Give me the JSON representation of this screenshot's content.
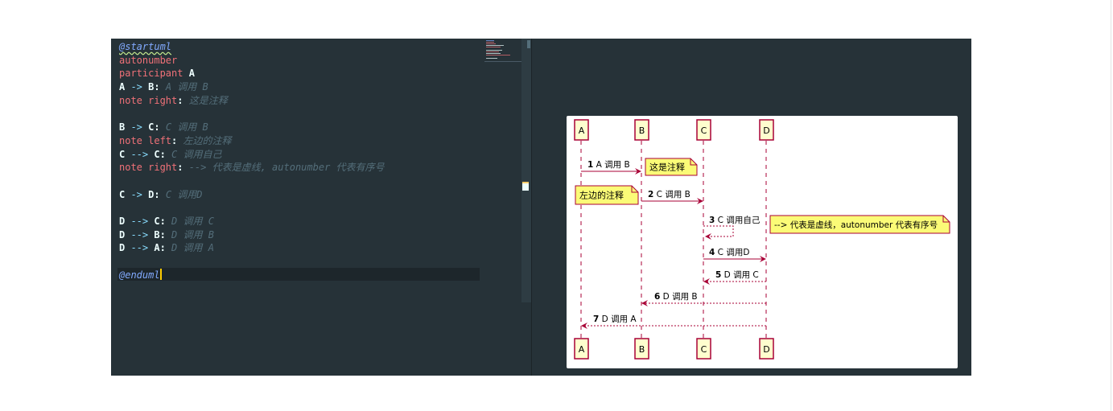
{
  "editor": {
    "lines": [
      [
        {
          "t": "@startuml",
          "c": "dr"
        }
      ],
      [
        {
          "t": "autonumber",
          "c": "kw"
        }
      ],
      [
        {
          "t": "participant ",
          "c": "kw"
        },
        {
          "t": "A",
          "c": "id"
        }
      ],
      [
        {
          "t": "A ",
          "c": "id"
        },
        {
          "t": "-> ",
          "c": "op"
        },
        {
          "t": "B",
          "c": "id"
        },
        {
          "t": ": ",
          "c": "id"
        },
        {
          "t": "A 调用 B",
          "c": "cm"
        }
      ],
      [
        {
          "t": "note right",
          "c": "kw"
        },
        {
          "t": ": ",
          "c": "id"
        },
        {
          "t": "这是注释",
          "c": "cm"
        }
      ],
      [],
      [
        {
          "t": "B ",
          "c": "id"
        },
        {
          "t": "-> ",
          "c": "op"
        },
        {
          "t": "C",
          "c": "id"
        },
        {
          "t": ": ",
          "c": "id"
        },
        {
          "t": "C 调用 B",
          "c": "cm"
        }
      ],
      [
        {
          "t": "note left",
          "c": "kw"
        },
        {
          "t": ": ",
          "c": "id"
        },
        {
          "t": "左边的注释",
          "c": "cm"
        }
      ],
      [
        {
          "t": "C ",
          "c": "id"
        },
        {
          "t": "--> ",
          "c": "op"
        },
        {
          "t": "C",
          "c": "id"
        },
        {
          "t": ": ",
          "c": "id"
        },
        {
          "t": "C 调用自己",
          "c": "cm"
        }
      ],
      [
        {
          "t": "note right",
          "c": "kw"
        },
        {
          "t": ": ",
          "c": "id"
        },
        {
          "t": "--> 代表是虚线, autonumber 代表有序号",
          "c": "cm"
        }
      ],
      [],
      [
        {
          "t": "C ",
          "c": "id"
        },
        {
          "t": "-> ",
          "c": "op"
        },
        {
          "t": "D",
          "c": "id"
        },
        {
          "t": ": ",
          "c": "id"
        },
        {
          "t": "C 调用D",
          "c": "cm"
        }
      ],
      [],
      [
        {
          "t": "D ",
          "c": "id"
        },
        {
          "t": "--> ",
          "c": "op"
        },
        {
          "t": "C",
          "c": "id"
        },
        {
          "t": ": ",
          "c": "id"
        },
        {
          "t": "D 调用 C",
          "c": "cm"
        }
      ],
      [
        {
          "t": "D ",
          "c": "id"
        },
        {
          "t": "--> ",
          "c": "op"
        },
        {
          "t": "B",
          "c": "id"
        },
        {
          "t": ": ",
          "c": "id"
        },
        {
          "t": "D 调用 B",
          "c": "cm"
        }
      ],
      [
        {
          "t": "D ",
          "c": "id"
        },
        {
          "t": "--> ",
          "c": "op"
        },
        {
          "t": "A",
          "c": "id"
        },
        {
          "t": ": ",
          "c": "id"
        },
        {
          "t": "D 调用 A",
          "c": "cm"
        }
      ],
      [],
      [
        {
          "t": "@enduml",
          "c": "dr2"
        }
      ]
    ]
  },
  "diagram": {
    "participants": [
      "A",
      "B",
      "C",
      "D"
    ],
    "messages": [
      {
        "num": "1",
        "text": "A 调用 B",
        "from": "A",
        "to": "B",
        "dashed": false
      },
      {
        "num": "2",
        "text": "C 调用 B",
        "from": "B",
        "to": "C",
        "dashed": false
      },
      {
        "num": "3",
        "text": "C 调用自己",
        "from": "C",
        "to": "C",
        "dashed": true
      },
      {
        "num": "4",
        "text": "C 调用D",
        "from": "C",
        "to": "D",
        "dashed": false
      },
      {
        "num": "5",
        "text": "D 调用 C",
        "from": "D",
        "to": "C",
        "dashed": true
      },
      {
        "num": "6",
        "text": "D 调用 B",
        "from": "D",
        "to": "B",
        "dashed": true
      },
      {
        "num": "7",
        "text": "D 调用 A",
        "from": "D",
        "to": "A",
        "dashed": true
      }
    ],
    "notes": [
      {
        "text": "这是注释"
      },
      {
        "text": "左边的注释"
      },
      {
        "text": "--> 代表是虚线，autonumber 代表有序号"
      }
    ],
    "colors": {
      "participant_fill": "#fefece",
      "participant_border": "#a80036",
      "note_fill": "#fbfb77",
      "note_border": "#a80036",
      "arrow": "#a80036"
    }
  }
}
